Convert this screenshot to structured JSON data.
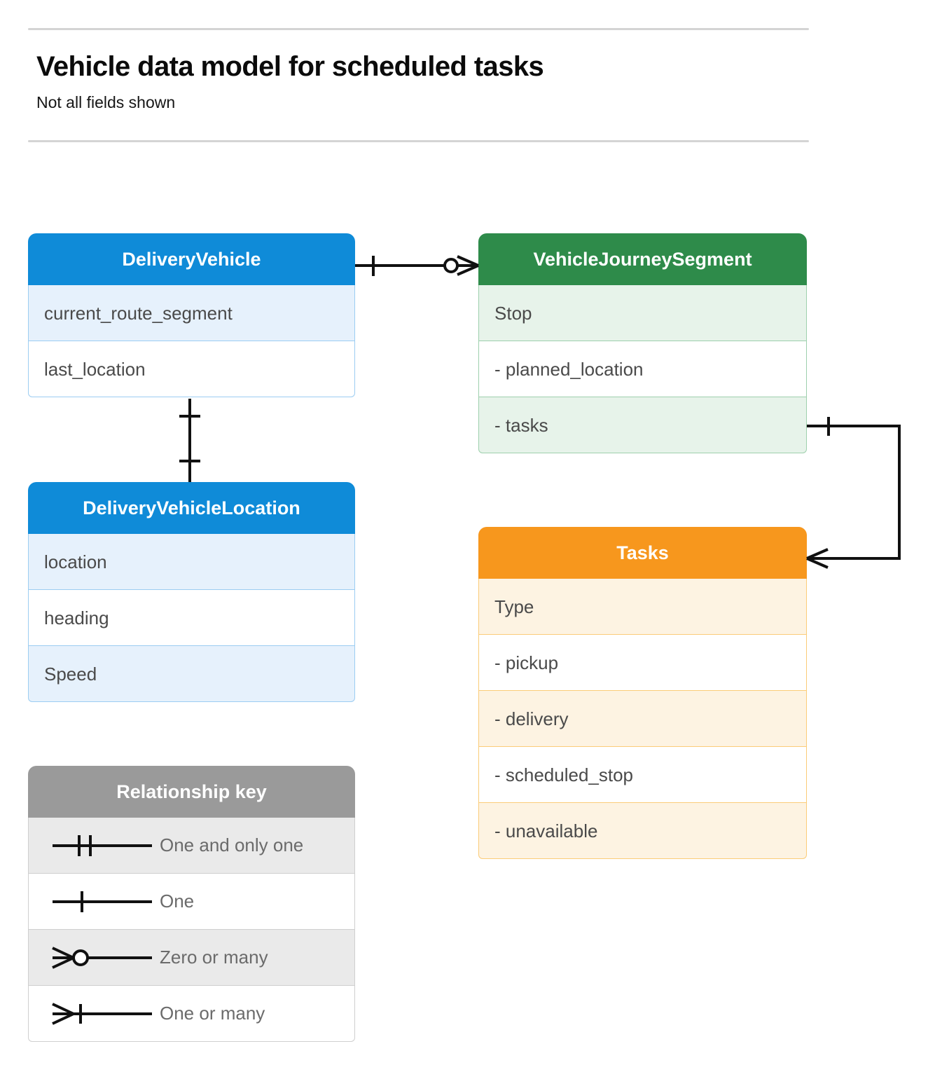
{
  "header": {
    "title": "Vehicle data model for scheduled tasks",
    "subtitle": "Not all fields shown"
  },
  "colors": {
    "blue_header": "#0f8bd8",
    "blue_row_alt": "#e6f1fc",
    "blue_border": "#9ccdf2",
    "green_header": "#2e8b4a",
    "green_row_alt": "#e7f3ea",
    "green_border": "#9ed0ad",
    "orange_header": "#f7971d",
    "orange_row_alt": "#fdf3e2",
    "orange_border": "#fbcc78",
    "gray_header": "#9a9a9a",
    "gray_row_alt": "#eaeaea",
    "gray_border": "#cfcfcf",
    "connector_line": "#111111",
    "rule": "#d4d4d4",
    "row_text": "#4a4a4a",
    "legend_text": "#6b6b6b"
  },
  "entities": {
    "delivery_vehicle": {
      "title": "DeliveryVehicle",
      "rows": [
        "current_route_segment",
        "last_location"
      ]
    },
    "journey_segment": {
      "title": "VehicleJourneySegment",
      "rows": [
        "Stop",
        "-  planned_location",
        "- tasks"
      ]
    },
    "vehicle_location": {
      "title": "DeliveryVehicleLocation",
      "rows": [
        "location",
        "heading",
        "Speed"
      ]
    },
    "tasks": {
      "title": "Tasks",
      "rows": [
        "Type",
        "-  pickup",
        "-  delivery",
        "-  scheduled_stop",
        "-  unavailable"
      ]
    }
  },
  "legend": {
    "title": "Relationship key",
    "items": [
      {
        "symbol": "one-and-only-one",
        "label": "One and only one"
      },
      {
        "symbol": "one",
        "label": "One"
      },
      {
        "symbol": "zero-or-many",
        "label": "Zero or many"
      },
      {
        "symbol": "one-or-many",
        "label": "One or many"
      }
    ]
  },
  "relationships": [
    {
      "name": "delivery-vehicle-to-journey-segment",
      "from": "DeliveryVehicle",
      "to": "VehicleJourneySegment",
      "from_cardinality": "one",
      "to_cardinality": "zero-or-many"
    },
    {
      "name": "delivery-vehicle-to-vehicle-location",
      "from": "DeliveryVehicle",
      "to": "DeliveryVehicleLocation",
      "from_cardinality": "one",
      "to_cardinality": "one"
    },
    {
      "name": "journey-segment-tasks-to-tasks",
      "from": "VehicleJourneySegment.tasks",
      "to": "Tasks",
      "from_cardinality": "one",
      "to_cardinality": "one-or-many"
    }
  ]
}
